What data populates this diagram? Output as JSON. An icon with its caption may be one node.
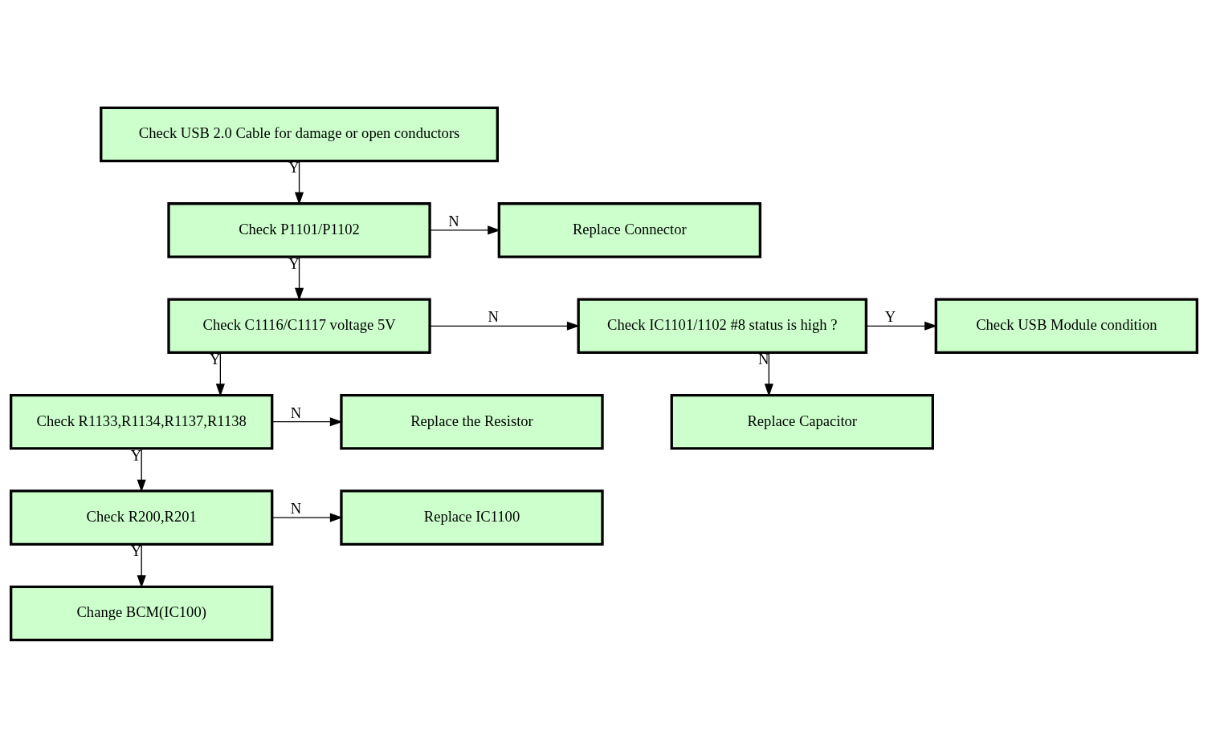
{
  "diagram": {
    "nodes": [
      {
        "text": [
          "Check USB 2.0 Cable for damage or open conductors"
        ]
      },
      {
        "text": [
          "Check P1101/P1102"
        ]
      },
      {
        "text": [
          "Replace Connector"
        ]
      },
      {
        "text": [
          "Check C1116/C1117 voltage 5V"
        ]
      },
      {
        "text": [
          "Check IC1101/1102 #8 status is high ?"
        ]
      },
      {
        "text": [
          "Check USB Module condition"
        ]
      },
      {
        "text": [
          "Replace Capacitor"
        ]
      },
      {
        "text": [
          "Check R1133,R1134,R1137,R1138"
        ]
      },
      {
        "text": [
          "Replace the Resistor"
        ]
      },
      {
        "text": [
          "Check R200,R201"
        ]
      },
      {
        "text": [
          "Replace IC1100"
        ]
      },
      {
        "text": [
          "Change BCM(IC100)"
        ]
      }
    ],
    "edges": [
      {
        "from": 0,
        "to": 1,
        "arrow": "to",
        "label": "Y"
      },
      {
        "from": 1,
        "to": 2,
        "arrow": "to",
        "label": "N"
      },
      {
        "from": 1,
        "to": 3,
        "arrow": "to",
        "label": "Y"
      },
      {
        "from": 3,
        "to": 4,
        "arrow": "to",
        "label": "N"
      },
      {
        "from": 4,
        "to": 5,
        "arrow": "to",
        "label": "Y"
      },
      {
        "from": 4,
        "to": 6,
        "arrow": "to",
        "label": "N"
      },
      {
        "from": 3,
        "to": 7,
        "arrow": "to",
        "label": "Y"
      },
      {
        "from": 7,
        "to": 8,
        "arrow": "to",
        "label": "N"
      },
      {
        "from": 7,
        "to": 9,
        "arrow": "to",
        "label": "Y"
      },
      {
        "from": 9,
        "to": 10,
        "arrow": "to",
        "label": "N"
      },
      {
        "from": 9,
        "to": 11,
        "arrow": "to",
        "label": "Y"
      }
    ]
  }
}
